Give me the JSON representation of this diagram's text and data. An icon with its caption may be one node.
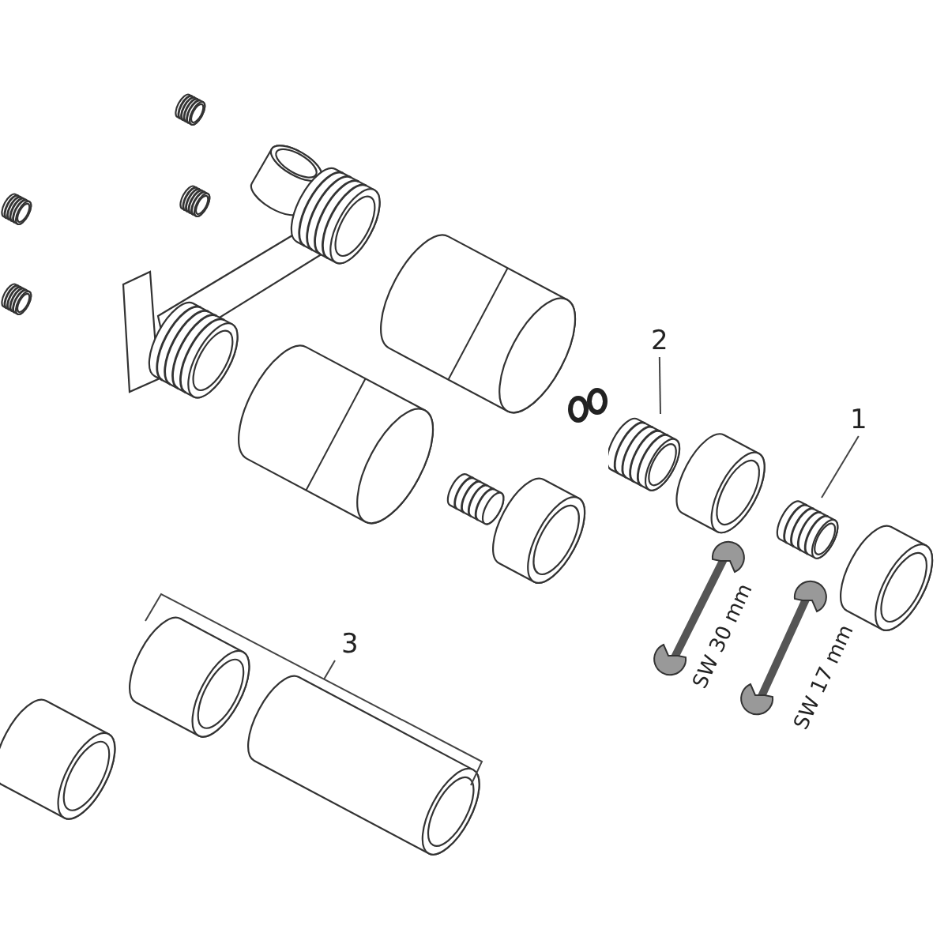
{
  "diagram": {
    "nodes": [
      {
        "text": [
          "2"
        ]
      },
      {
        "text": [],
        "shape": "picture"
      },
      {
        "text": [
          "1"
        ]
      },
      {
        "text": [],
        "shape": "picture"
      }
    ],
    "edges": [
      {
        "from": 0,
        "to": 1,
        "arrow": "none"
      },
      {
        "from": 2,
        "to": 3,
        "arrow": "none"
      }
    ],
    "labels": [
      "SW 30 mm",
      "SW 17 mm",
      "3"
    ]
  }
}
